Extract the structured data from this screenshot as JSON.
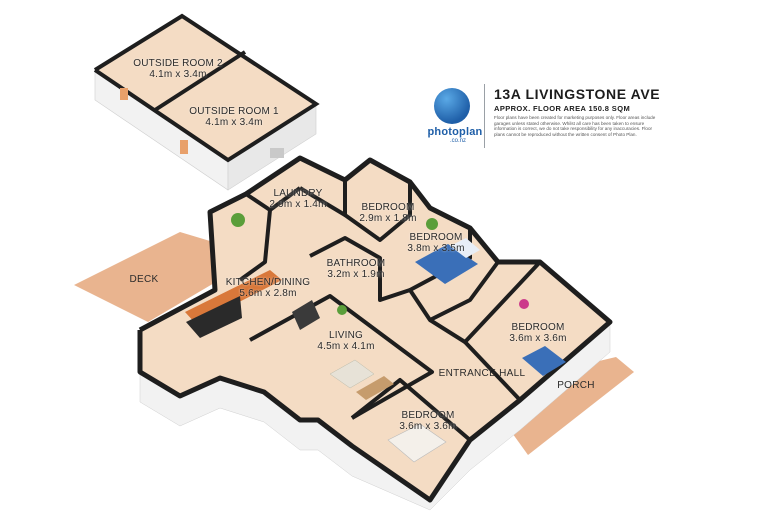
{
  "header": {
    "address": "13A LIVINGSTONE AVE",
    "floor_area": "APPROX. FLOOR AREA 150.8 SQM",
    "disclaimer": "Floor plans have been created for marketing purposes only. Floor areas include garages unless stated otherwise. Whilst all care has been taken to ensure information is correct, we do not take responsibility for any inaccuracies. Floor plans cannot be reproduced without the written consent of Photo Plan."
  },
  "brand": {
    "name": "photoplan",
    "domain": ".co.nz"
  },
  "rooms": [
    {
      "key": "outside_room_2",
      "name": "OUTSIDE ROOM 2",
      "size": "4.1m x 3.4m"
    },
    {
      "key": "outside_room_1",
      "name": "OUTSIDE ROOM 1",
      "size": "4.1m x 3.4m"
    },
    {
      "key": "laundry",
      "name": "LAUNDRY",
      "size": "2.9m x 1.4m"
    },
    {
      "key": "bedroom_small",
      "name": "BEDROOM",
      "size": "2.9m x 1.8m"
    },
    {
      "key": "bedroom_queen",
      "name": "BEDROOM",
      "size": "3.8m x 3.5m"
    },
    {
      "key": "bathroom",
      "name": "BATHROOM",
      "size": "3.2m x 1.9m"
    },
    {
      "key": "kitchen_dining",
      "name": "KITCHEN/DINING",
      "size": "5.6m x 2.8m"
    },
    {
      "key": "living",
      "name": "LIVING",
      "size": "4.5m x 4.1m"
    },
    {
      "key": "bedroom_east",
      "name": "BEDROOM",
      "size": "3.6m x 3.6m"
    },
    {
      "key": "bedroom_south",
      "name": "BEDROOM",
      "size": "3.6m x 3.6m"
    }
  ],
  "outdoor": {
    "deck": "DECK",
    "entrance_hall": "ENTRANCE HALL",
    "porch": "PORCH"
  },
  "colors": {
    "brand_blue": "#1f5fa8",
    "deck": "#e9b48f",
    "floor": "#f4dcc4",
    "wall_top": "#1e1e1e",
    "wall_side": "#f2f2f2",
    "bed_blue": "#3a6fb8",
    "sofa_tan": "#c69c6d"
  }
}
